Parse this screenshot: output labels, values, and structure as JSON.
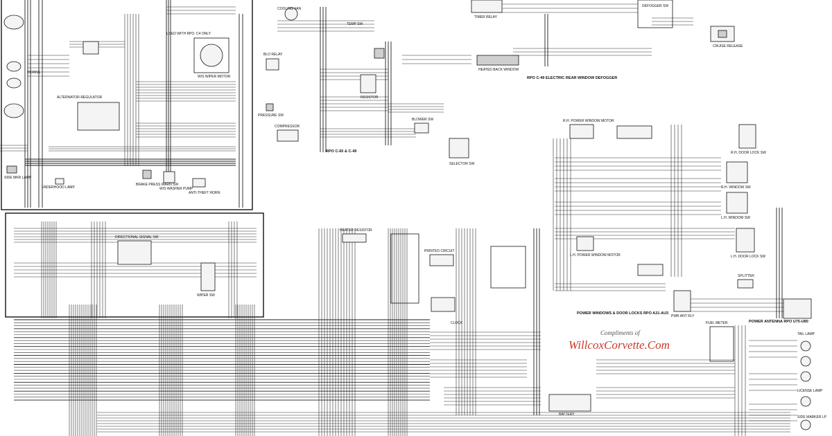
{
  "credit": {
    "line1": "Compliments of",
    "line2": "WillcoxCorvette.Com"
  },
  "labels": {
    "horns": "HORNS",
    "alternator": "ALTERNATOR-REGULATOR",
    "wiper_motor": "W/S WIPER MOTOR",
    "cd4_only": "USED WITH RPO. C4 ONLY",
    "underhood_lamp": "UNDERHOOD LAMP",
    "side_mkr": "SIDE MKR LAMP",
    "brake_press": "BRAKE PRESS WARN SW",
    "ws_washer": "W/S WASHER PUMP",
    "anti_theft": "ANTI-THEFT HORN",
    "cooling_fan": "COOLING FAN",
    "temp_sw": "TEMP SW",
    "blo_relay": "BLO RELAY",
    "pressure_sw": "PRESSURE SW",
    "compressor": "COMPRESSOR",
    "blower_sw": "BLOWER SW",
    "selector_sw": "SELECTOR SW",
    "resistor": "RESISTOR",
    "rpo_c60": "RPO C-60 & C-49",
    "timer_relay": "TIMER RELAY",
    "defogger_sw": "DEFOGGER SW",
    "heated_window": "HEATED BACK WINDOW",
    "rpo_c49": "RPO C-49 ELECTRIC REAR WINDOW DEFOGGER",
    "cruise_release": "CRUISE RELEASE",
    "rh_power_window": "R.H. POWER WINDOW MOTOR",
    "rh_door_lock": "R.H. DOOR LOCK SW",
    "rh_window_sw": "R.H. WINDOW SW",
    "lh_window_sw": "L.H. WINDOW SW",
    "lh_power_window": "L.H. POWER WINDOW MOTOR",
    "lh_door_lock": "L.H. DOOR LOCK SW",
    "power_windows": "POWER WINDOWS & DOOR LOCKS  RPO A31-AU3",
    "splitter": "SPLITTER",
    "pwr_ant_rly": "PWR ANT RLY",
    "power_antenna": "POWER ANTENNA RPO U75-U80",
    "battery": "BATTERY",
    "printed_circuit": "PRINTED CIRCUIT",
    "directional_sw": "DIRECTIONAL SIGNAL SW",
    "wiper_sw": "WIPER SW",
    "heater_resistor": "HEATER RESISTOR",
    "fuel_meter": "FUEL METER",
    "clock": "CLOCK",
    "tail_lamp": "TAIL LAMP",
    "license_lamp": "LICENSE LAMP",
    "side_marker_rh": "SIDE MARKER LP"
  }
}
